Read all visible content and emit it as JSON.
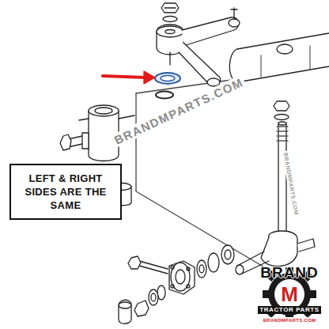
{
  "diagram": {
    "nodes": [
      {
        "text": [
          "LEFT & RIGHT SIDES ARE THE SAME"
        ]
      }
    ],
    "labels": [
      "BRANDMPARTS.COM",
      "BRANDMPARTS.COM",
      "BRAND",
      "M",
      "TRACTOR PARTS",
      "BRANDMPARTS.COM"
    ]
  }
}
